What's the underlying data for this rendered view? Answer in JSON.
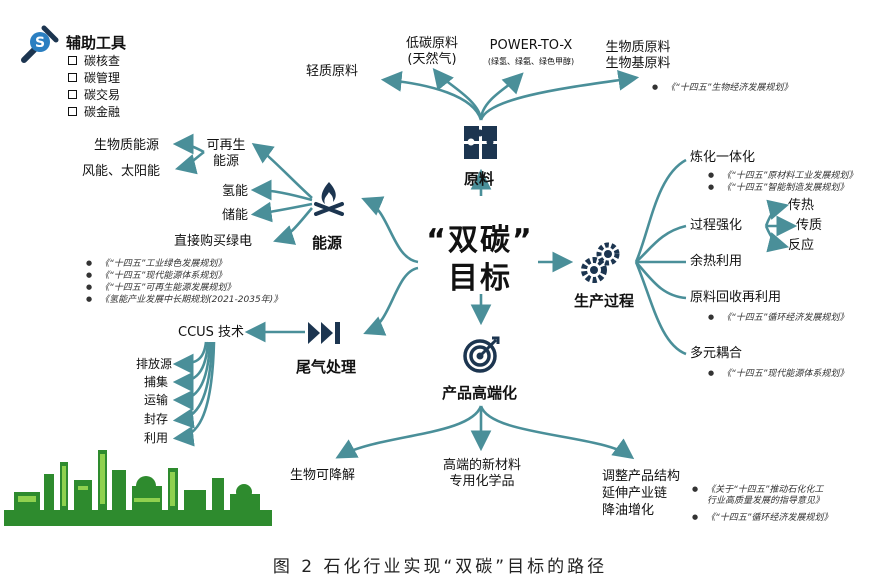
{
  "center": {
    "line1": "“双碳”",
    "line2": "目标"
  },
  "aux": {
    "title": "辅助工具",
    "items": [
      "碳核查",
      "碳管理",
      "碳交易",
      "碳金融"
    ]
  },
  "raw": {
    "title": "原料",
    "light": "轻质原料",
    "lowc1": "低碳原料",
    "lowc2": "(天然气)",
    "ptx1": "POWER-TO-X",
    "ptx2": "(绿氢、绿氨、绿色甲醇)",
    "bio1": "生物质原料",
    "bio2": "生物基原料",
    "ref": "《“十四五”生物经济发展规划》"
  },
  "energy": {
    "title": "能源",
    "renew1": "可再生",
    "renew2": "能源",
    "biomass": "生物质能源",
    "windsolar": "风能、太阳能",
    "hydrogen": "氢能",
    "storage": "储能",
    "green": "直接购买绿电",
    "refs": [
      "《“十四五”工业绿色发展规划》",
      "《“十四五”现代能源体系规划》",
      "《“十四五”可再生能源发展规划》",
      "《氢能产业发展中长期规划(2021-2035年)》"
    ]
  },
  "exhaust": {
    "title": "尾气处理",
    "ccus": "CCUS 技术",
    "items": [
      "排放源",
      "捕集",
      "运输",
      "封存",
      "利用"
    ]
  },
  "production": {
    "title": "生产过程",
    "refine": "炼化一体化",
    "refine_refs": [
      "《“十四五”原材料工业发展规划》",
      "《“十四五”智能制造发展规划》"
    ],
    "intens": "过程强化",
    "intens_items": [
      "传热",
      "传质",
      "反应"
    ],
    "waste_heat": "余热利用",
    "recycle": "原料回收再利用",
    "recycle_ref": "《“十四五”循环经济发展规划》",
    "coupling": "多元耦合",
    "coupling_ref": "《“十四五”现代能源体系规划》"
  },
  "product": {
    "title": "产品高端化",
    "bio": "生物可降解",
    "new1": "高端的新材料",
    "new2": "专用化学品",
    "adj1": "调整产品结构",
    "adj2": "延伸产业链",
    "adj3": "降油增化",
    "refs": [
      "《关于“十四五”推动石化化工",
      "行业高质量发展的指导意见》",
      "《“十四五”循环经济发展规划》"
    ]
  },
  "caption": "图 2  石化行业实现“双碳”目标的路径",
  "colors": {
    "teal": "#4a8f99",
    "icon": "#1c3550",
    "plant": "#2e8b2e",
    "plant_light": "#8fd14f"
  }
}
